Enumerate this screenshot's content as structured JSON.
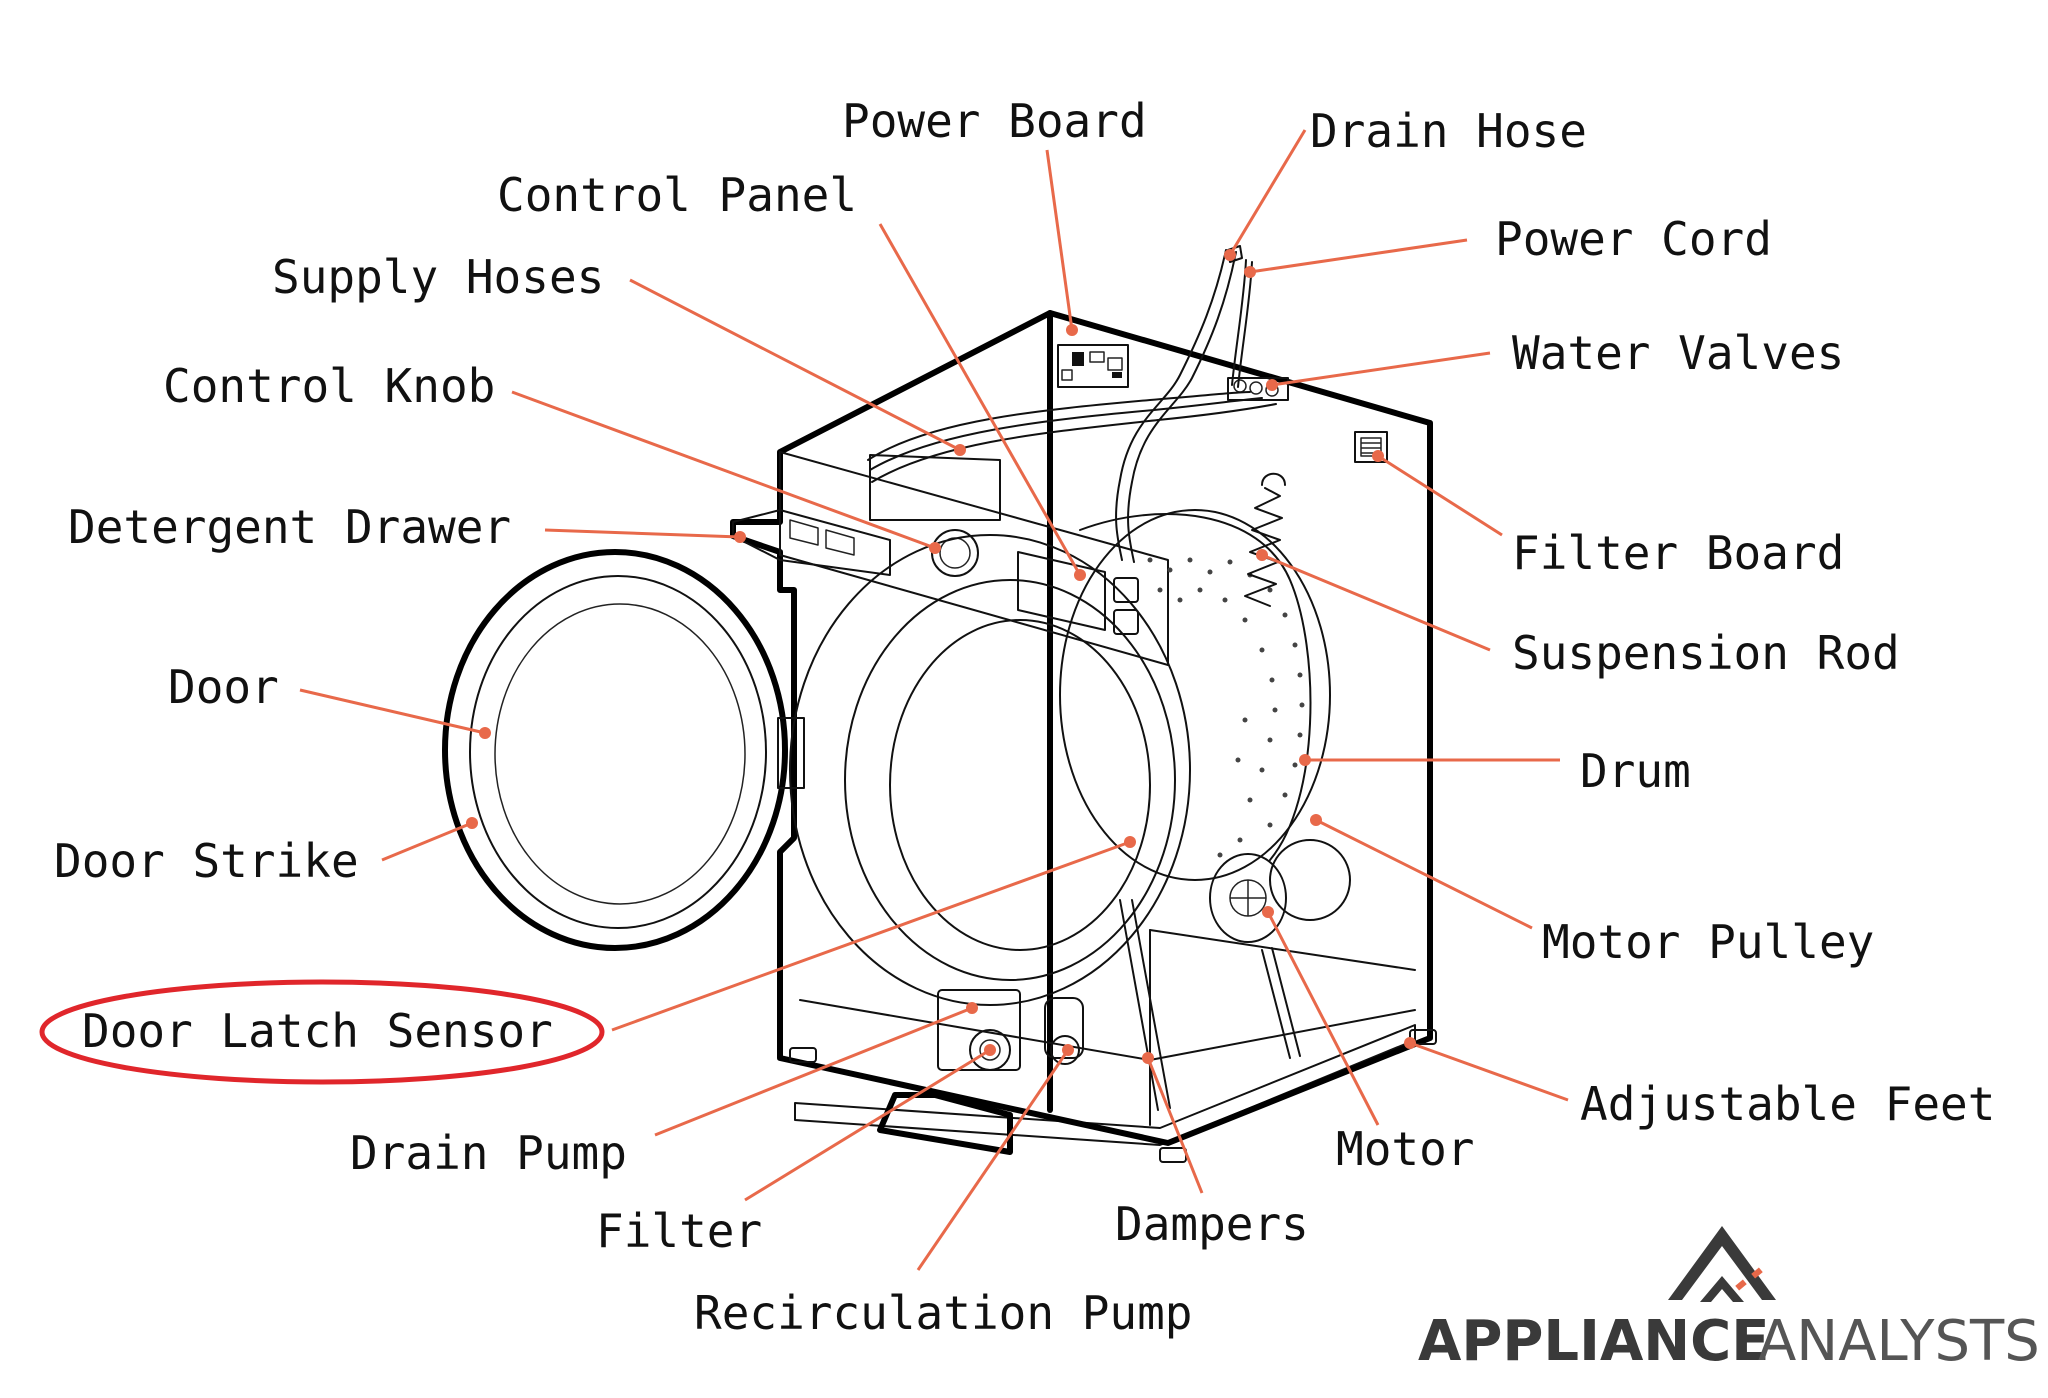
{
  "colors": {
    "leader": "#e8694a",
    "highlight": "#e0262b",
    "ink": "#111111",
    "brand": "#3a3a3a",
    "brand_accent": "#e8694a"
  },
  "labels": {
    "power_board": "Power Board",
    "drain_hose": "Drain Hose",
    "control_panel": "Control Panel",
    "power_cord": "Power Cord",
    "supply_hoses": "Supply Hoses",
    "water_valves": "Water Valves",
    "control_knob": "Control Knob",
    "detergent_drawer": "Detergent Drawer",
    "filter_board": "Filter Board",
    "suspension_rod": "Suspension Rod",
    "door": "Door",
    "drum": "Drum",
    "door_strike": "Door Strike",
    "motor_pulley": "Motor Pulley",
    "door_latch_sensor": "Door Latch Sensor",
    "adjustable_feet": "Adjustable Feet",
    "drain_pump": "Drain Pump",
    "motor": "Motor",
    "filter": "Filter",
    "dampers": "Dampers",
    "recirculation_pump": "Recirculation Pump"
  },
  "highlighted_label": "door_latch_sensor",
  "brand": {
    "bold": "APPLIANCE",
    "light": "ANALYSTS",
    "icon": "roof-logo-icon"
  }
}
